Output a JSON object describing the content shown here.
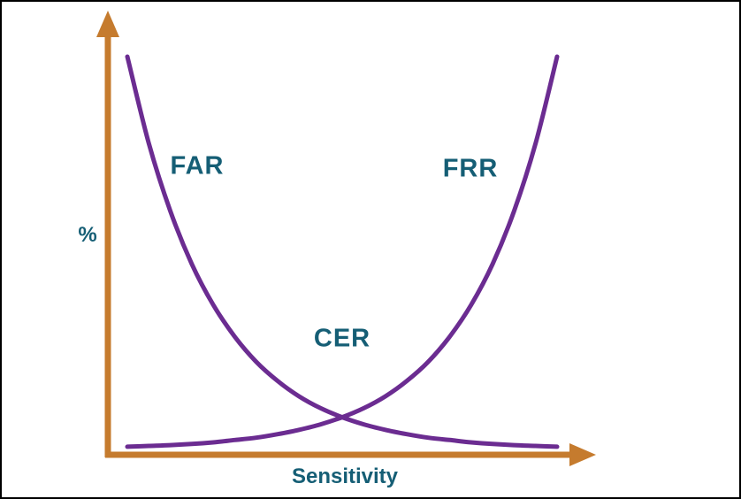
{
  "figure": {
    "labels": {
      "far": "FAR",
      "frr": "FRR",
      "cer": "CER",
      "ylabel": "%",
      "xlabel": "Sensitivity"
    },
    "colors": {
      "axis": "#c57b2e",
      "curve": "#6b2c91",
      "text": "#155e75"
    }
  },
  "chart_data": {
    "type": "line",
    "title": "",
    "xlabel": "Sensitivity",
    "ylabel": "%",
    "legend": "none",
    "grid": false,
    "axis_range": {
      "x": [
        0,
        1
      ],
      "y": [
        0,
        1
      ]
    },
    "x": [
      0,
      0.05,
      0.1,
      0.15,
      0.2,
      0.25,
      0.3,
      0.35,
      0.4,
      0.45,
      0.5,
      0.55,
      0.6,
      0.65,
      0.7,
      0.75,
      0.8,
      0.85,
      0.9,
      0.95,
      1.0
    ],
    "series": [
      {
        "name": "FAR",
        "values": [
          1.0,
          0.779,
          0.607,
          0.472,
          0.368,
          0.287,
          0.223,
          0.174,
          0.135,
          0.105,
          0.082,
          0.064,
          0.05,
          0.039,
          0.03,
          0.024,
          0.018,
          0.014,
          0.011,
          0.009,
          0.007
        ]
      },
      {
        "name": "FRR",
        "values": [
          0.007,
          0.009,
          0.011,
          0.014,
          0.018,
          0.024,
          0.03,
          0.039,
          0.05,
          0.064,
          0.082,
          0.105,
          0.135,
          0.174,
          0.223,
          0.287,
          0.368,
          0.472,
          0.607,
          0.779,
          1.0
        ]
      }
    ],
    "annotations": [
      {
        "text": "CER",
        "x": 0.5,
        "y": 0.082,
        "meaning": "crossover of FAR and FRR curves"
      }
    ]
  }
}
